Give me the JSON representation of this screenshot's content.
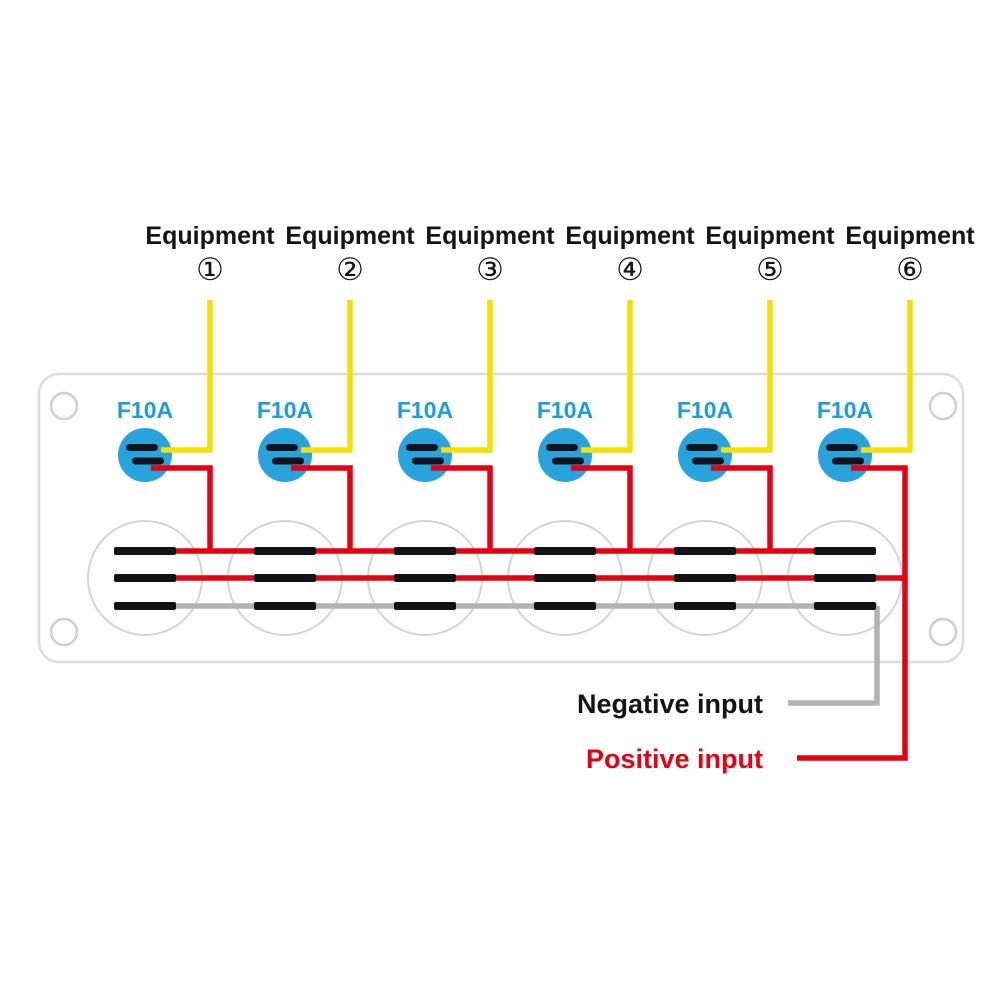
{
  "diagram": {
    "channels": [
      {
        "equipment_label": "Equipment",
        "equipment_number": "①",
        "fuse_label": "F10A"
      },
      {
        "equipment_label": "Equipment",
        "equipment_number": "②",
        "fuse_label": "F10A"
      },
      {
        "equipment_label": "Equipment",
        "equipment_number": "③",
        "fuse_label": "F10A"
      },
      {
        "equipment_label": "Equipment",
        "equipment_number": "④",
        "fuse_label": "F10A"
      },
      {
        "equipment_label": "Equipment",
        "equipment_number": "⑤",
        "fuse_label": "F10A"
      },
      {
        "equipment_label": "Equipment",
        "equipment_number": "⑥",
        "fuse_label": "F10A"
      }
    ],
    "outputs": {
      "negative_label": "Negative input",
      "positive_label": "Positive input"
    },
    "colors": {
      "wire_yellow": "#f5e003",
      "wire_red": "#e60012",
      "wire_negative_gray": "#b2b2b2",
      "fuse_blue": "#29a3dc",
      "fuse_label_blue": "#1f9cd9",
      "terminal_black": "#131313"
    }
  }
}
